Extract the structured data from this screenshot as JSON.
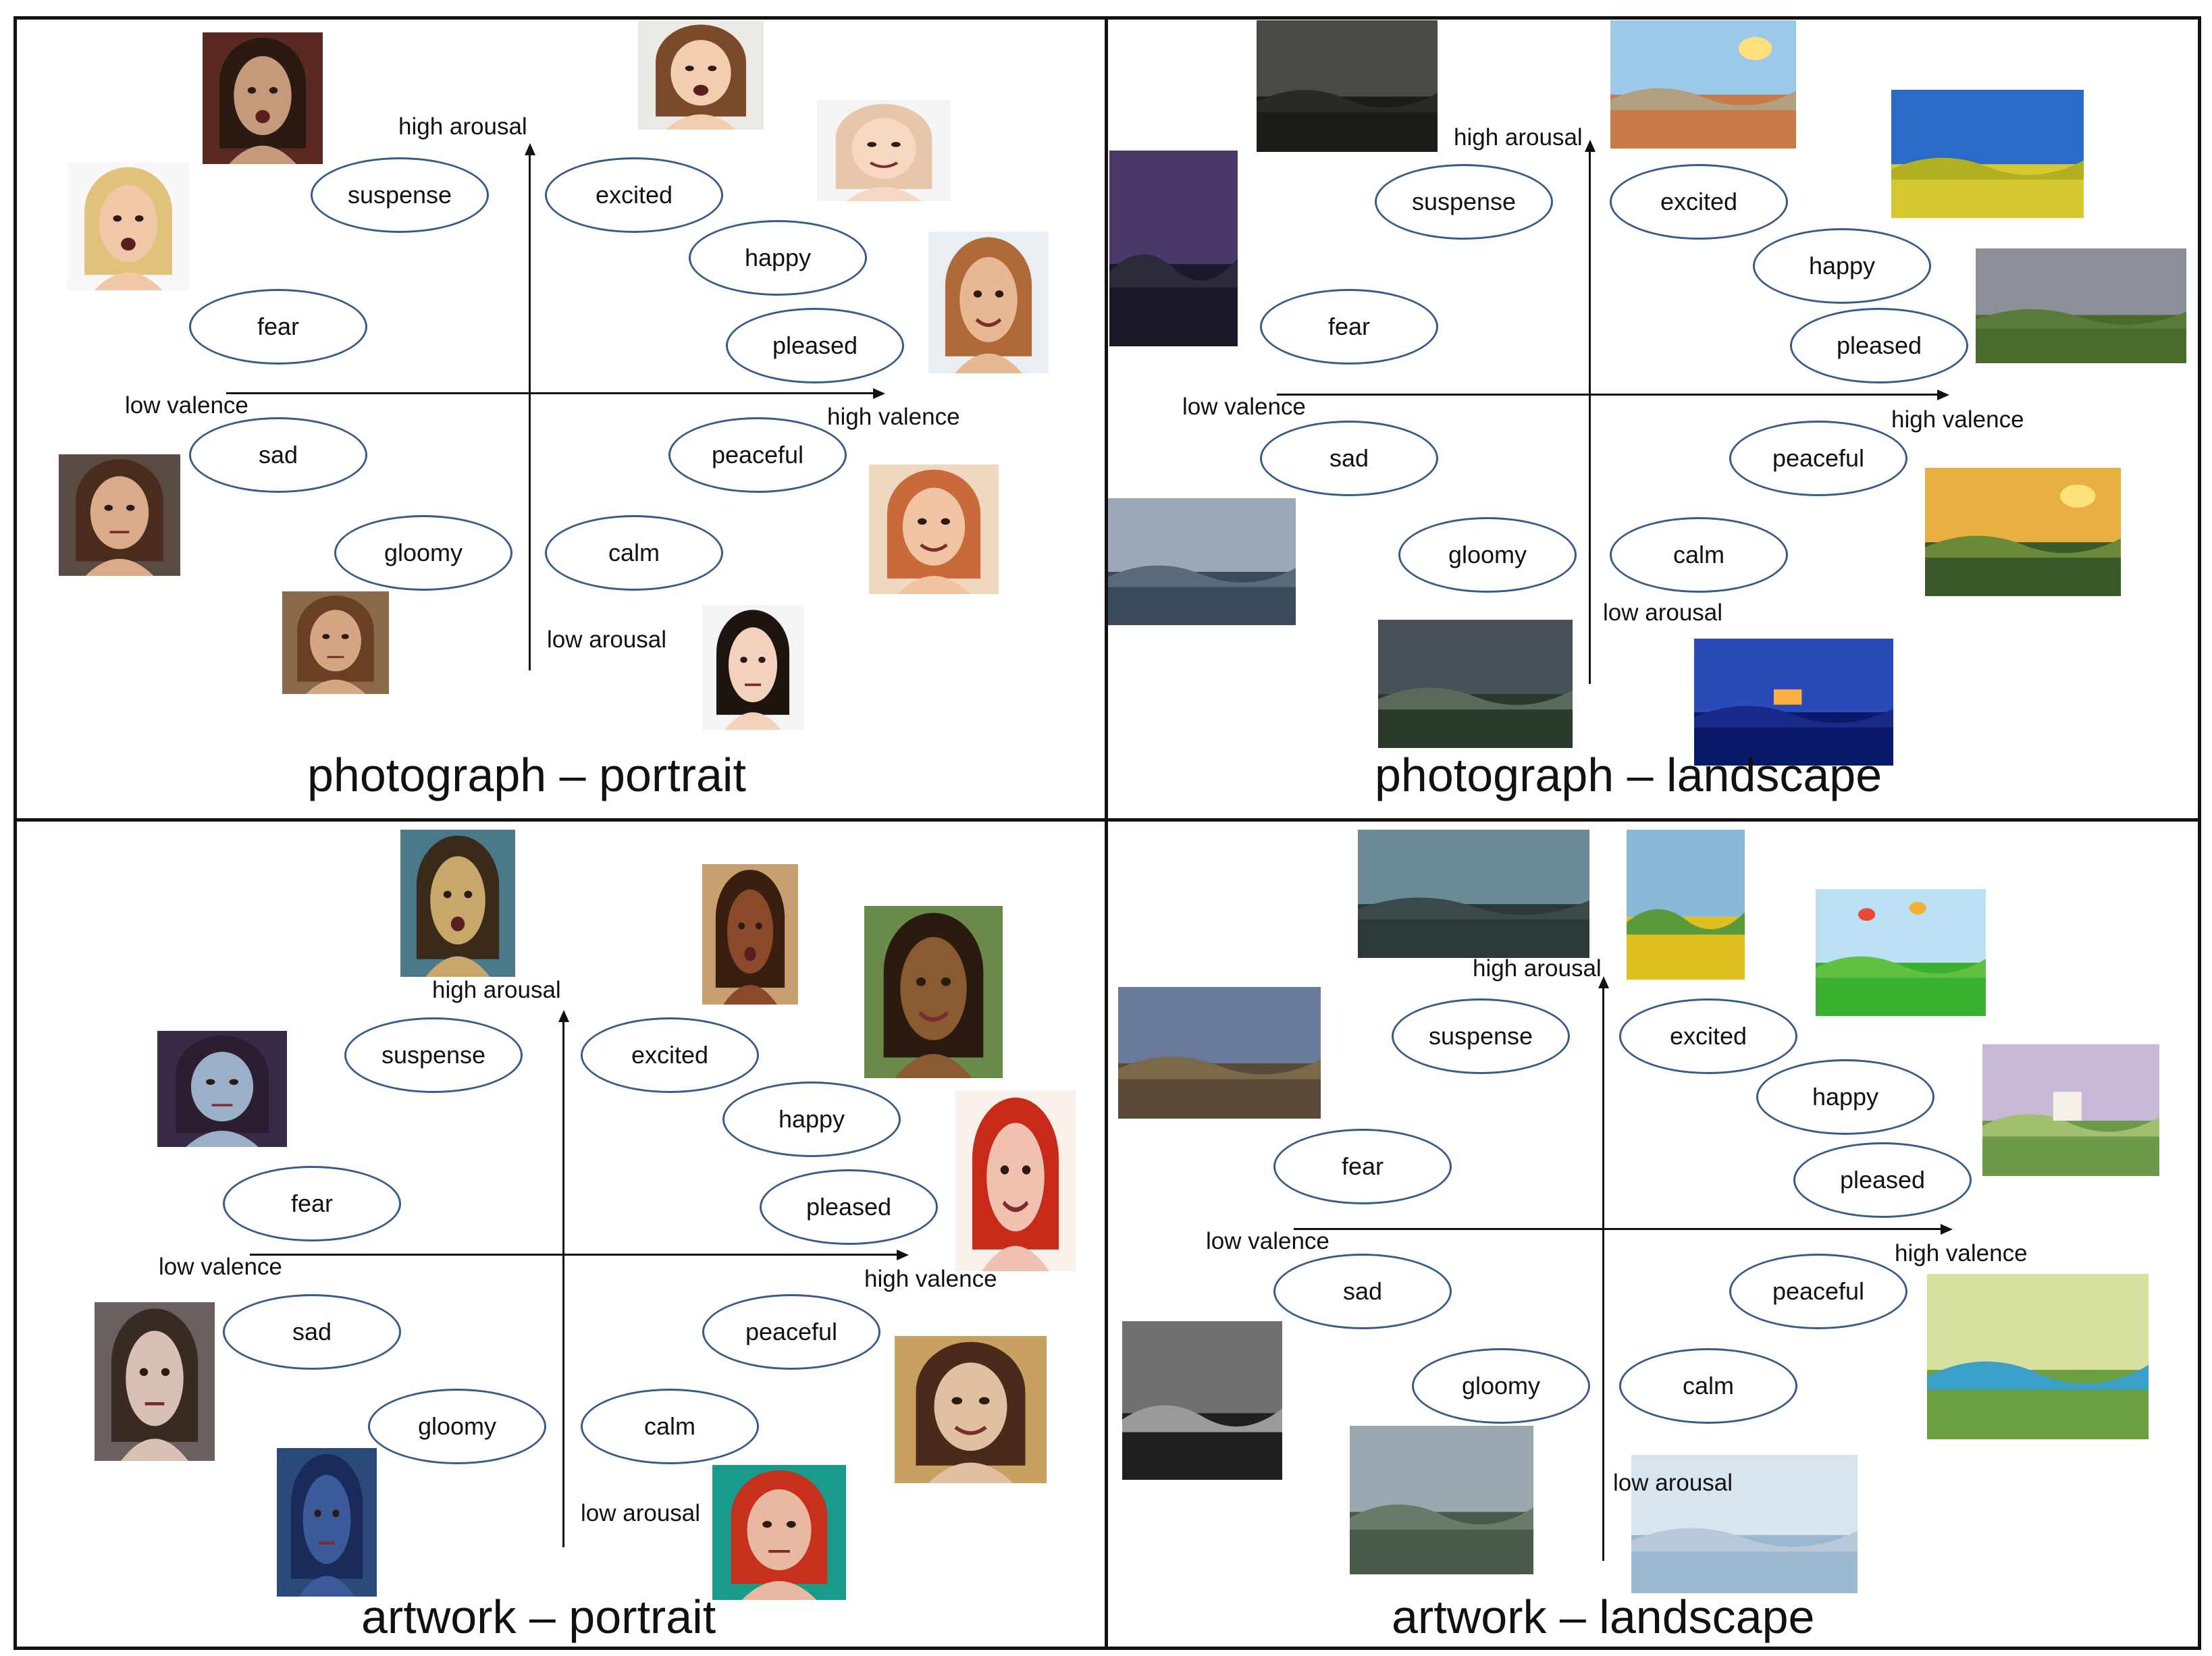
{
  "panels": [
    {
      "title": "photograph – portrait",
      "axes": {
        "high_arousal": "high arousal",
        "low_arousal": "low arousal",
        "low_valence": "low valence",
        "high_valence": "high valence"
      },
      "emotions": {
        "suspense": "suspense",
        "excited": "excited",
        "happy": "happy",
        "fear": "fear",
        "pleased": "pleased",
        "sad": "sad",
        "peaceful": "peaceful",
        "gloomy": "gloomy",
        "calm": "calm"
      },
      "images": [
        "scared-woman-portrait",
        "surprised-girl-portrait",
        "laughing-baby-portrait",
        "frightened-woman-portrait",
        "smiling-man-portrait",
        "sad-woman-portrait",
        "smiling-redhead-portrait",
        "gloomy-girl-portrait",
        "calm-woman-portrait"
      ]
    },
    {
      "title": "photograph – landscape",
      "axes": {
        "high_arousal": "high arousal",
        "low_arousal": "low arousal",
        "low_valence": "low valence",
        "high_valence": "high valence"
      },
      "emotions": {
        "suspense": "suspense",
        "excited": "excited",
        "happy": "happy",
        "fear": "fear",
        "pleased": "pleased",
        "sad": "sad",
        "peaceful": "peaceful",
        "gloomy": "gloomy",
        "calm": "calm"
      },
      "images": [
        "dark-forest-road-landscape",
        "city-view-cheering-landscape",
        "blue-sky-field-landscape",
        "night-forest-landscape",
        "green-hills-landscape",
        "lake-sky-landscape",
        "sunset-marsh-landscape",
        "stormy-shore-landscape",
        "pier-hut-night-landscape"
      ]
    },
    {
      "title": "artwork – portrait",
      "axes": {
        "high_arousal": "high arousal",
        "low_arousal": "low arousal",
        "low_valence": "low valence",
        "high_valence": "high valence"
      },
      "emotions": {
        "suspense": "suspense",
        "excited": "excited",
        "happy": "happy",
        "fear": "fear",
        "pleased": "pleased",
        "sad": "sad",
        "peaceful": "peaceful",
        "gloomy": "gloomy",
        "calm": "calm"
      },
      "images": [
        "screaming-painting-portrait",
        "grinning-painting-portrait",
        "smiling-boy-painting-portrait",
        "staring-face-painting-portrait",
        "redhead-painting-portrait",
        "worried-face-painting-portrait",
        "angel-woman-painting-portrait",
        "blue-figure-painting-portrait",
        "red-hair-woman-painting-portrait"
      ]
    },
    {
      "title": "artwork – landscape",
      "axes": {
        "high_arousal": "high arousal",
        "low_arousal": "low arousal",
        "low_valence": "low valence",
        "high_valence": "high valence"
      },
      "emotions": {
        "suspense": "suspense",
        "excited": "excited",
        "happy": "happy",
        "fear": "fear",
        "pleased": "pleased",
        "sad": "sad",
        "peaceful": "peaceful",
        "gloomy": "gloomy",
        "calm": "calm"
      },
      "images": [
        "dark-tree-painting-landscape",
        "flower-hills-painting-landscape",
        "balloons-painting-landscape",
        "ruined-house-painting-landscape",
        "church-painting-landscape",
        "grey-lake-painting-landscape",
        "pond-trees-painting-landscape",
        "mountain-river-painting-landscape",
        "boat-sea-painting-landscape"
      ]
    }
  ],
  "colors": {
    "ellipse_border": "#3a5a8c",
    "frame": "#111111"
  }
}
